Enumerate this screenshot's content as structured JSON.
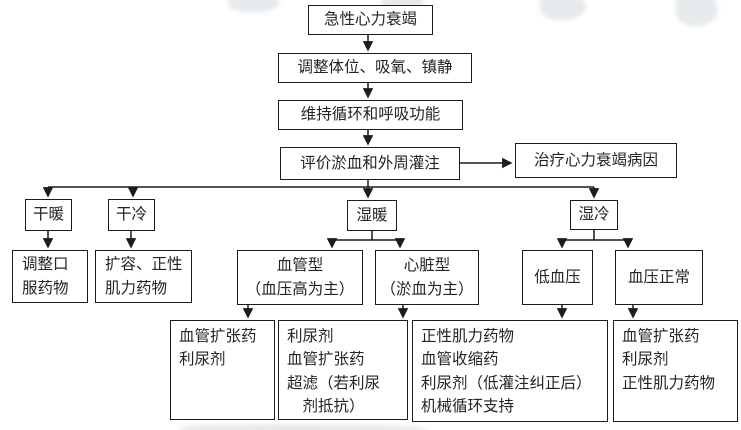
{
  "colors": {
    "background": "#ffffff",
    "box_border": "#1c1c1c",
    "text": "#242424",
    "connector": "#1c1c1c",
    "watermark": "#e7eaec"
  },
  "nodes": {
    "acute_heart_failure": "急性心力衰竭",
    "adjust_position_oxygen_sedation": "调整体位、吸氧、镇静",
    "maintain_circulation_respiration": "维持循环和呼吸功能",
    "evaluate_congestion_perfusion": "评价淤血和外周灌注",
    "treat_heart_failure_cause": "治疗心力衰竭病因",
    "dry_warm": "干暖",
    "dry_cold": "干冷",
    "wet_warm": "湿暖",
    "wet_cold": "湿冷",
    "adjust_oral_drugs": "调整口\n服药物",
    "volume_expansion_inotropes": "扩容、正性\n肌力药物",
    "vascular_type": "血管型\n（血压高为主）",
    "cardiac_type": "心脏型\n（淤血为主）",
    "hypotension": "低血压",
    "normal_blood_pressure": "血压正常",
    "vasodilator_diuretic": "血管扩张药\n利尿剂",
    "diuretic_vasodilator_ultrafiltration": "利尿剂\n血管扩张药\n超滤（若利尿\n　剂抵抗）",
    "inotrope_vasoconstrictor_support": "正性肌力药物\n血管收缩药\n利尿剂（低灌注纠正后）\n机械循环支持",
    "vasodilator_diuretic_inotrope": "血管扩张药\n利尿剂\n正性肌力药物"
  },
  "edges": [
    {
      "from": "acute_heart_failure",
      "to": "adjust_position_oxygen_sedation"
    },
    {
      "from": "adjust_position_oxygen_sedation",
      "to": "maintain_circulation_respiration"
    },
    {
      "from": "maintain_circulation_respiration",
      "to": "evaluate_congestion_perfusion"
    },
    {
      "from": "evaluate_congestion_perfusion",
      "to": "treat_heart_failure_cause"
    },
    {
      "from": "evaluate_congestion_perfusion",
      "to": "dry_warm"
    },
    {
      "from": "evaluate_congestion_perfusion",
      "to": "dry_cold"
    },
    {
      "from": "evaluate_congestion_perfusion",
      "to": "wet_warm"
    },
    {
      "from": "evaluate_congestion_perfusion",
      "to": "wet_cold"
    },
    {
      "from": "dry_warm",
      "to": "adjust_oral_drugs"
    },
    {
      "from": "dry_cold",
      "to": "volume_expansion_inotropes"
    },
    {
      "from": "wet_warm",
      "to": "vascular_type"
    },
    {
      "from": "wet_warm",
      "to": "cardiac_type"
    },
    {
      "from": "wet_cold",
      "to": "hypotension"
    },
    {
      "from": "wet_cold",
      "to": "normal_blood_pressure"
    },
    {
      "from": "vascular_type",
      "to": "vasodilator_diuretic"
    },
    {
      "from": "cardiac_type",
      "to": "diuretic_vasodilator_ultrafiltration"
    },
    {
      "from": "hypotension",
      "to": "inotrope_vasoconstrictor_support"
    },
    {
      "from": "normal_blood_pressure",
      "to": "vasodilator_diuretic_inotrope"
    }
  ]
}
